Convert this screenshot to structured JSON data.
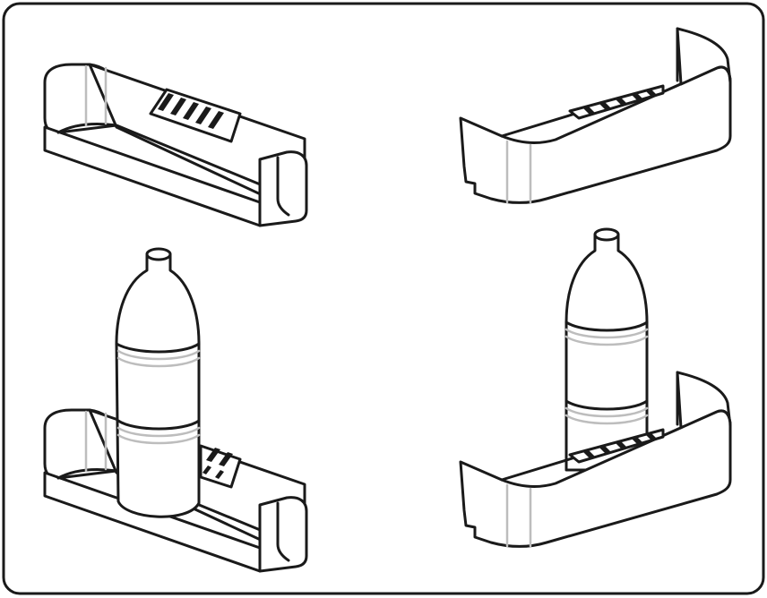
{
  "diagram": {
    "panels": [
      {
        "id": "bin-empty-front"
      },
      {
        "id": "bin-empty-back"
      },
      {
        "id": "bin-with-bottle-front"
      },
      {
        "id": "bin-with-bottle-back"
      }
    ],
    "colors": {
      "stroke": "#1a1a1a",
      "accent_lines": "#bdbdbd",
      "background": "#ffffff"
    }
  }
}
